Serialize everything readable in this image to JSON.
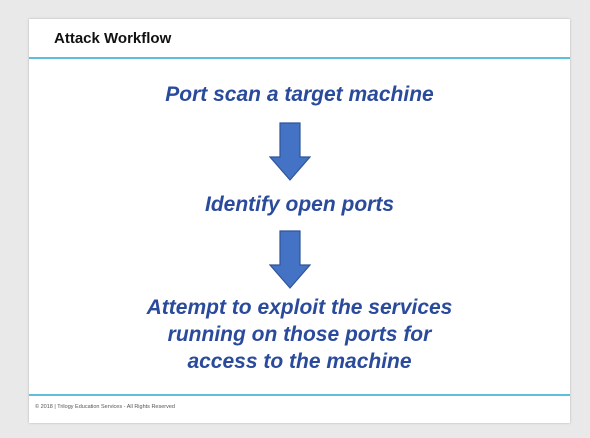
{
  "slide": {
    "title": "Attack Workflow",
    "accent_color": "#5bc0de",
    "text_color": "#2a4b9b",
    "arrow_color": "#4472c4",
    "steps": [
      {
        "text": "Port scan a target machine"
      },
      {
        "text": "Identify open ports"
      },
      {
        "lines": [
          "Attempt to exploit the services",
          "running on those ports for",
          "access to the machine"
        ]
      }
    ],
    "arrow_icons": [
      "down-arrow-icon",
      "down-arrow-icon"
    ],
    "footer": "© 2018 | Trilogy Education Services - All Rights Reserved"
  }
}
